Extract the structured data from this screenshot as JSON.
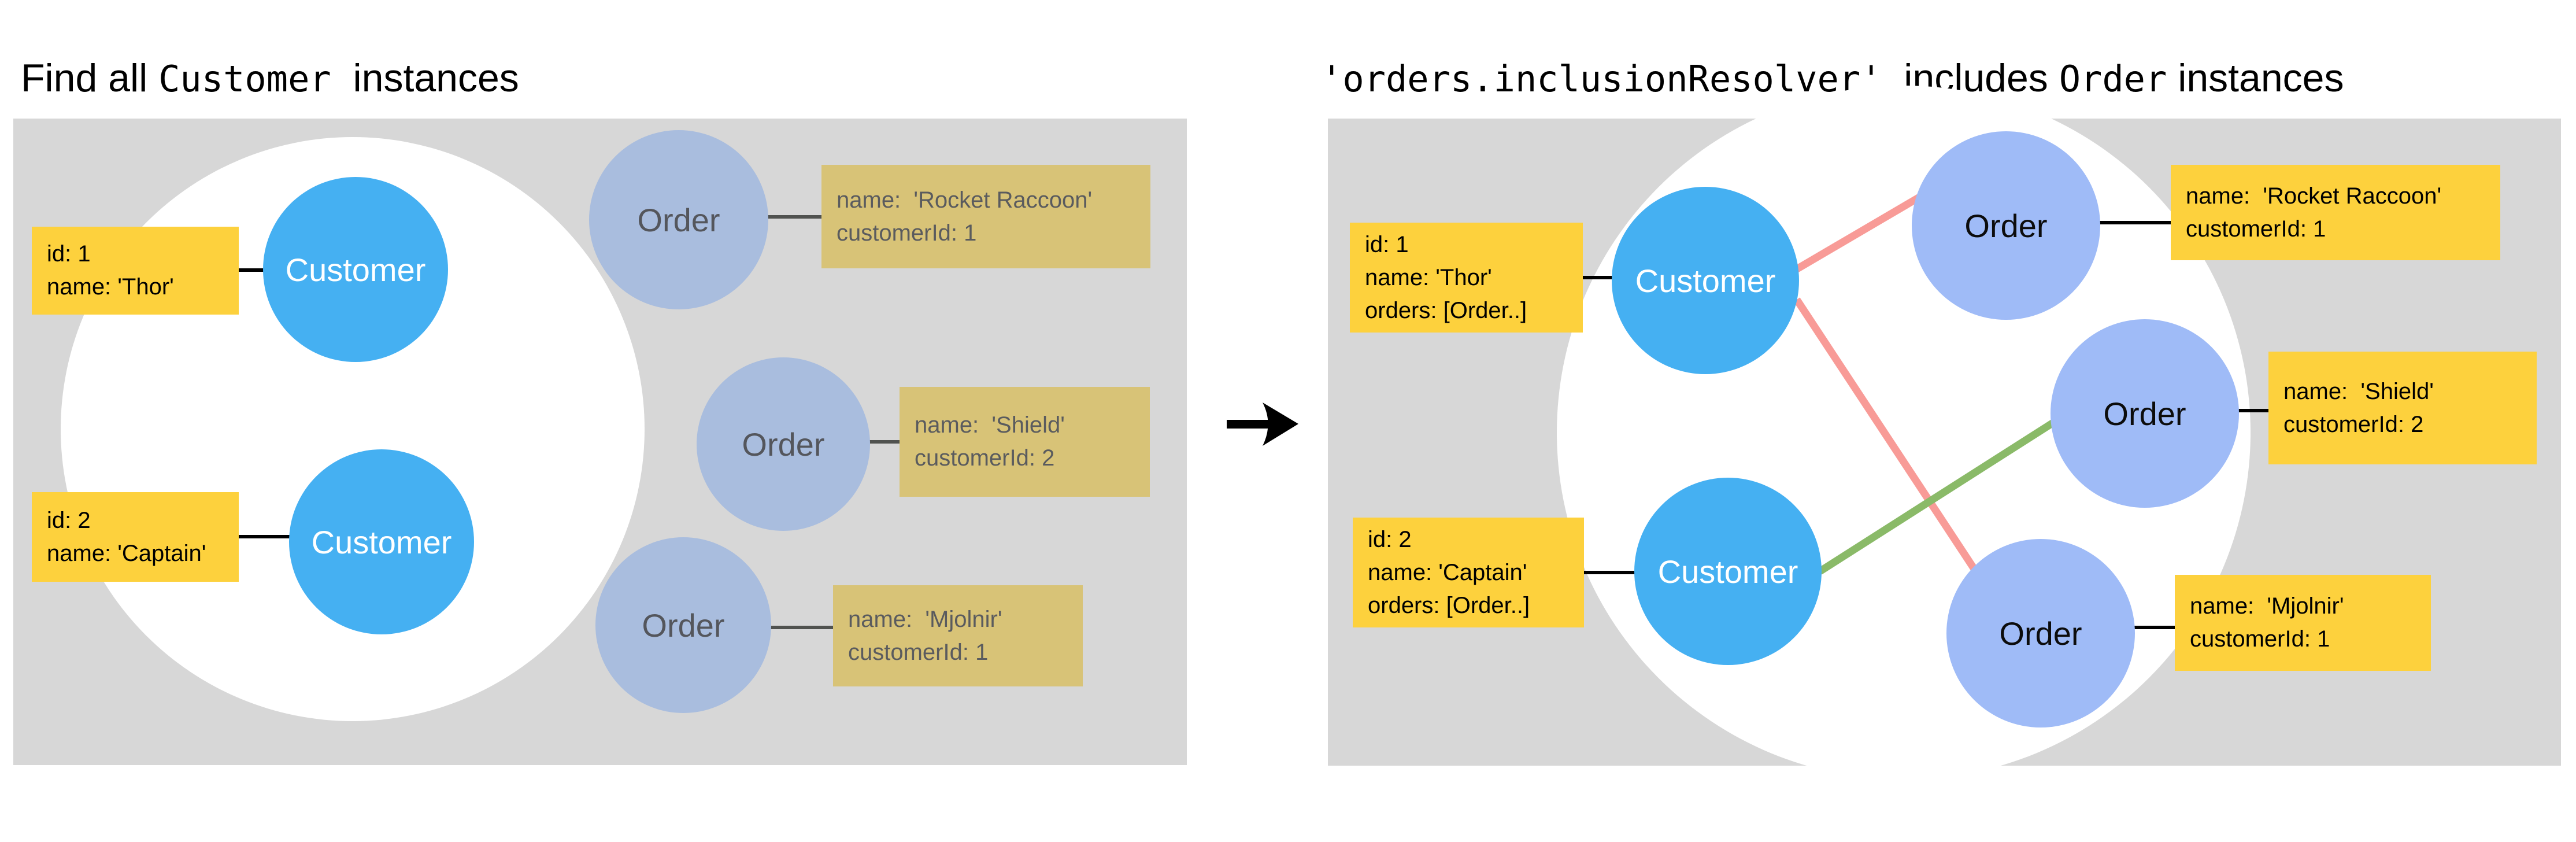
{
  "colors": {
    "panel_gray": "#d7d7d7",
    "customer_blue": "#45b0f2",
    "order_blue_left": "#a9bdde",
    "order_blue_right": "#9fbbf7",
    "card_yellow": "#fdd13d",
    "card_tan": "#d8c377",
    "relation_red": "#f89b97",
    "relation_green": "#8aba68",
    "connector_black": "#000000"
  },
  "left": {
    "title": {
      "pre": "Find all ",
      "code": "Customer",
      "post": "  instances"
    },
    "customers": [
      {
        "node": "Customer",
        "card": [
          "id: 1",
          "name: 'Thor'"
        ]
      },
      {
        "node": "Customer",
        "card": [
          "id: 2",
          "name: 'Captain'"
        ]
      }
    ],
    "orders": [
      {
        "node": "Order",
        "card": [
          "name:  'Rocket Raccoon'",
          "customerId: 1"
        ]
      },
      {
        "node": "Order",
        "card": [
          "name:  'Shield'",
          "customerId: 2"
        ]
      },
      {
        "node": "Order",
        "card": [
          "name:  'Mjolnir'",
          "customerId: 1"
        ]
      }
    ]
  },
  "right": {
    "title": {
      "code1": "'orders.inclusionResolver'",
      "mid": "  includes ",
      "code2": "Order",
      "post": " instances"
    },
    "customers": [
      {
        "node": "Customer",
        "card": [
          "id: 1",
          "name: 'Thor'",
          "orders: [Order..]"
        ]
      },
      {
        "node": "Customer",
        "card": [
          "id: 2",
          "name: 'Captain'",
          "orders: [Order..]"
        ]
      }
    ],
    "orders": [
      {
        "node": "Order",
        "card": [
          "name:  'Rocket Raccoon'",
          "customerId: 1"
        ]
      },
      {
        "node": "Order",
        "card": [
          "name:  'Shield'",
          "customerId: 2"
        ]
      },
      {
        "node": "Order",
        "card": [
          "name:  'Mjolnir'",
          "customerId: 1"
        ]
      }
    ]
  }
}
